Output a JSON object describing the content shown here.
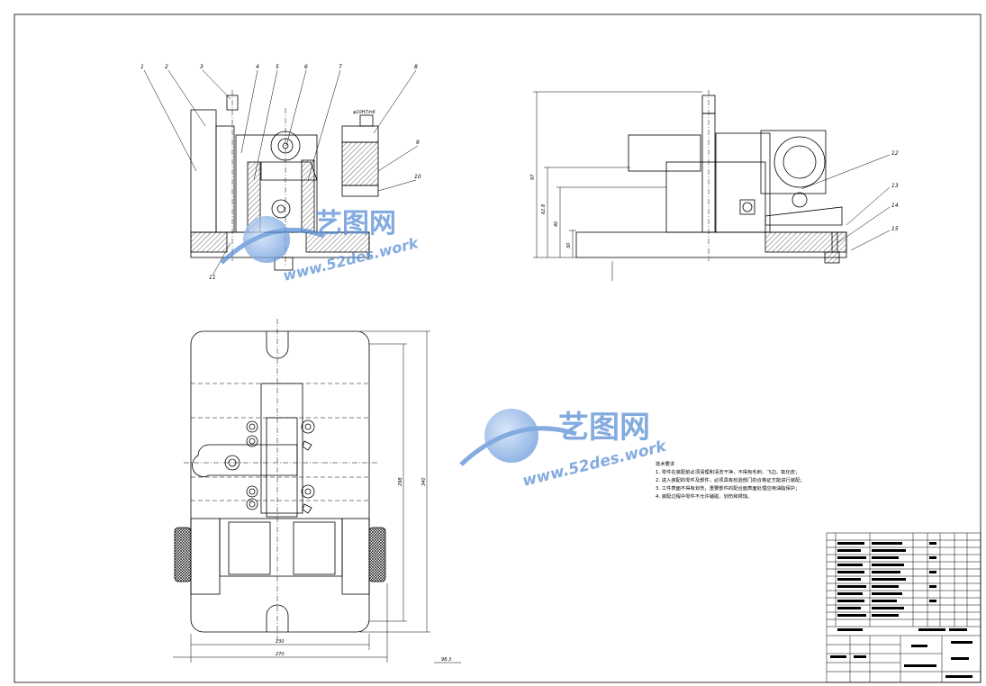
{
  "technical_requirements": {
    "title": "技术要求",
    "items": [
      "1. 零件在装配前必须清理和清洗干净，不得有毛刺、飞边、氧化皮；",
      "2. 进入装配的零件及部件，必须具有检验部门的合格证方能进行装配；",
      "3. 工件表面不得有划伤，重要部件的配合面表面处理应用油脂保护；",
      "4. 装配过程中零件不允许磕碰、划伤和锈蚀。"
    ]
  },
  "callouts": [
    "1",
    "2",
    "3",
    "4",
    "5",
    "6",
    "7",
    "8",
    "9",
    "10",
    "11",
    "12",
    "13",
    "14",
    "15"
  ],
  "dimensions": {
    "side_height_total": "97",
    "side_height_mid": "62.8",
    "side_height_low": "40",
    "side_height_base": "30",
    "plan_width_inner": "230",
    "plan_width_outer": "270",
    "plan_height_inner": "298",
    "plan_height_outer": "340",
    "center_height": "98.3",
    "top_fit_label": "φ10H7/n6"
  },
  "watermark": {
    "cn": "艺图网",
    "url": "www.52des.work",
    "color": "#5b8fd6"
  }
}
